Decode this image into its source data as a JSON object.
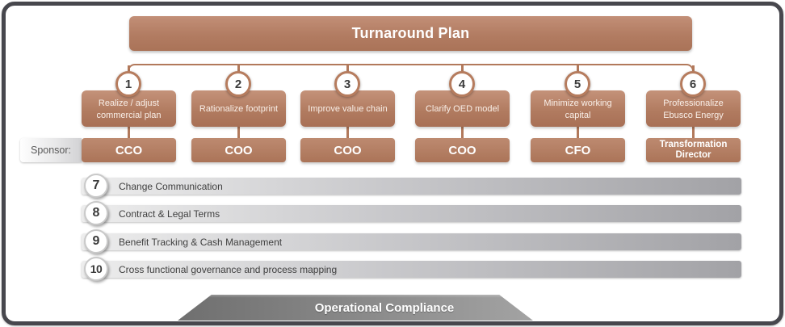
{
  "title": "Turnaround Plan",
  "sponsor_label": "Sponsor:",
  "workstreams": [
    {
      "number": "1",
      "label": "Realize / adjust commercial plan",
      "sponsor": "CCO"
    },
    {
      "number": "2",
      "label": "Rationalize footprint",
      "sponsor": "COO"
    },
    {
      "number": "3",
      "label": "Improve value chain",
      "sponsor": "COO"
    },
    {
      "number": "4",
      "label": "Clarify OED model",
      "sponsor": "COO"
    },
    {
      "number": "5",
      "label": "Minimize working capital",
      "sponsor": "CFO"
    },
    {
      "number": "6",
      "label": "Professionalize Ebusco Energy",
      "sponsor": "Transformation Director"
    }
  ],
  "cross_streams": [
    {
      "number": "7",
      "label": "Change Communication"
    },
    {
      "number": "8",
      "label": "Contract & Legal Terms"
    },
    {
      "number": "9",
      "label": "Benefit Tracking & Cash Management"
    },
    {
      "number": "10",
      "label": "Cross functional governance and process mapping"
    }
  ],
  "footer": {
    "label": "Operational Compliance"
  },
  "colors": {
    "accent_copper": "#b2795b",
    "copper_box_top": "#c4927a",
    "copper_box_bottom": "#a87056",
    "bar_gray_light": "#ededed",
    "bar_gray_dark": "#a2a2a6",
    "ribbon_gray": "#8b8b8b",
    "frame_border": "#47474d",
    "text_dark": "#3f3f3f"
  }
}
